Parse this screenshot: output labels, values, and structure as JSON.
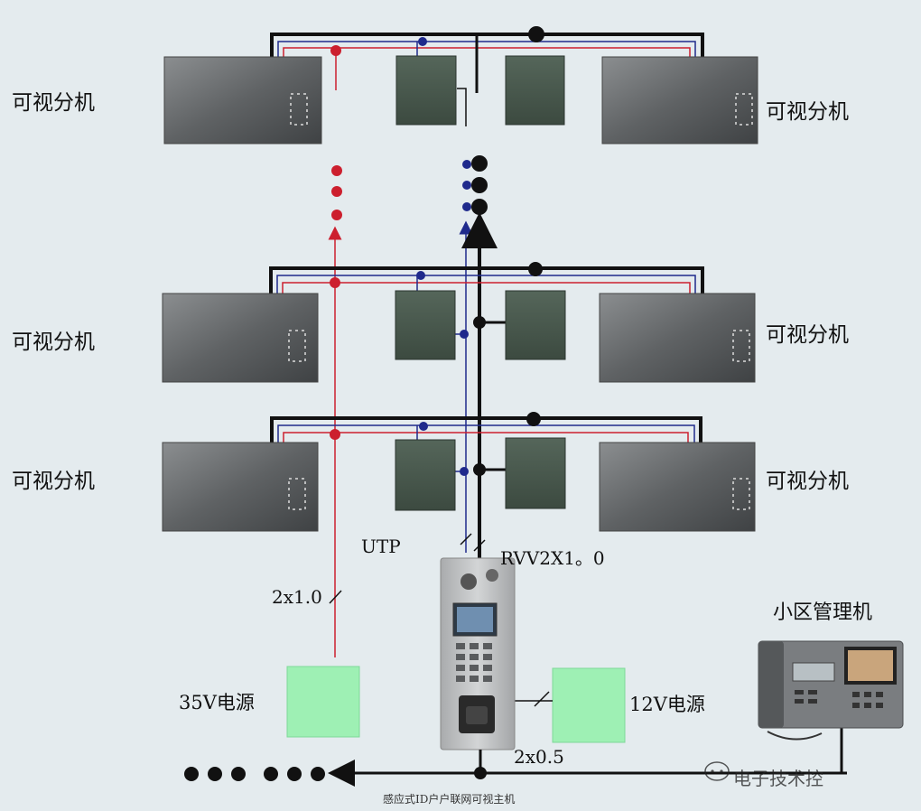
{
  "labels": {
    "unit_left_row1": "可视分机",
    "unit_right_row1": "可视分机",
    "unit_left_row2": "可视分机",
    "unit_right_row2": "可视分机",
    "unit_left_row3": "可视分机",
    "unit_right_row3": "可视分机",
    "cable_utp": "UTP",
    "cable_rvv": "RVV2X1。0",
    "cable_power": "2x1.0",
    "cable_bus": "2x0.5",
    "psu_35v": "35V电源",
    "psu_12v": "12V电源",
    "management": "小区管理机",
    "host_caption": "感应式ID户户联网可视主机",
    "watermark": "电子技术控"
  },
  "colors": {
    "background": "#e4ebee",
    "bus_black": "#111111",
    "power_red": "#cc1f2e",
    "signal_blue": "#1f2a8c",
    "indoor_unit": "#5e6163",
    "distributor": "#47574c",
    "power_supply": "#9ef0b4",
    "door_station": "#c4c6c8"
  },
  "icons": {
    "watermark_icon": "chat-bubble-icon"
  }
}
